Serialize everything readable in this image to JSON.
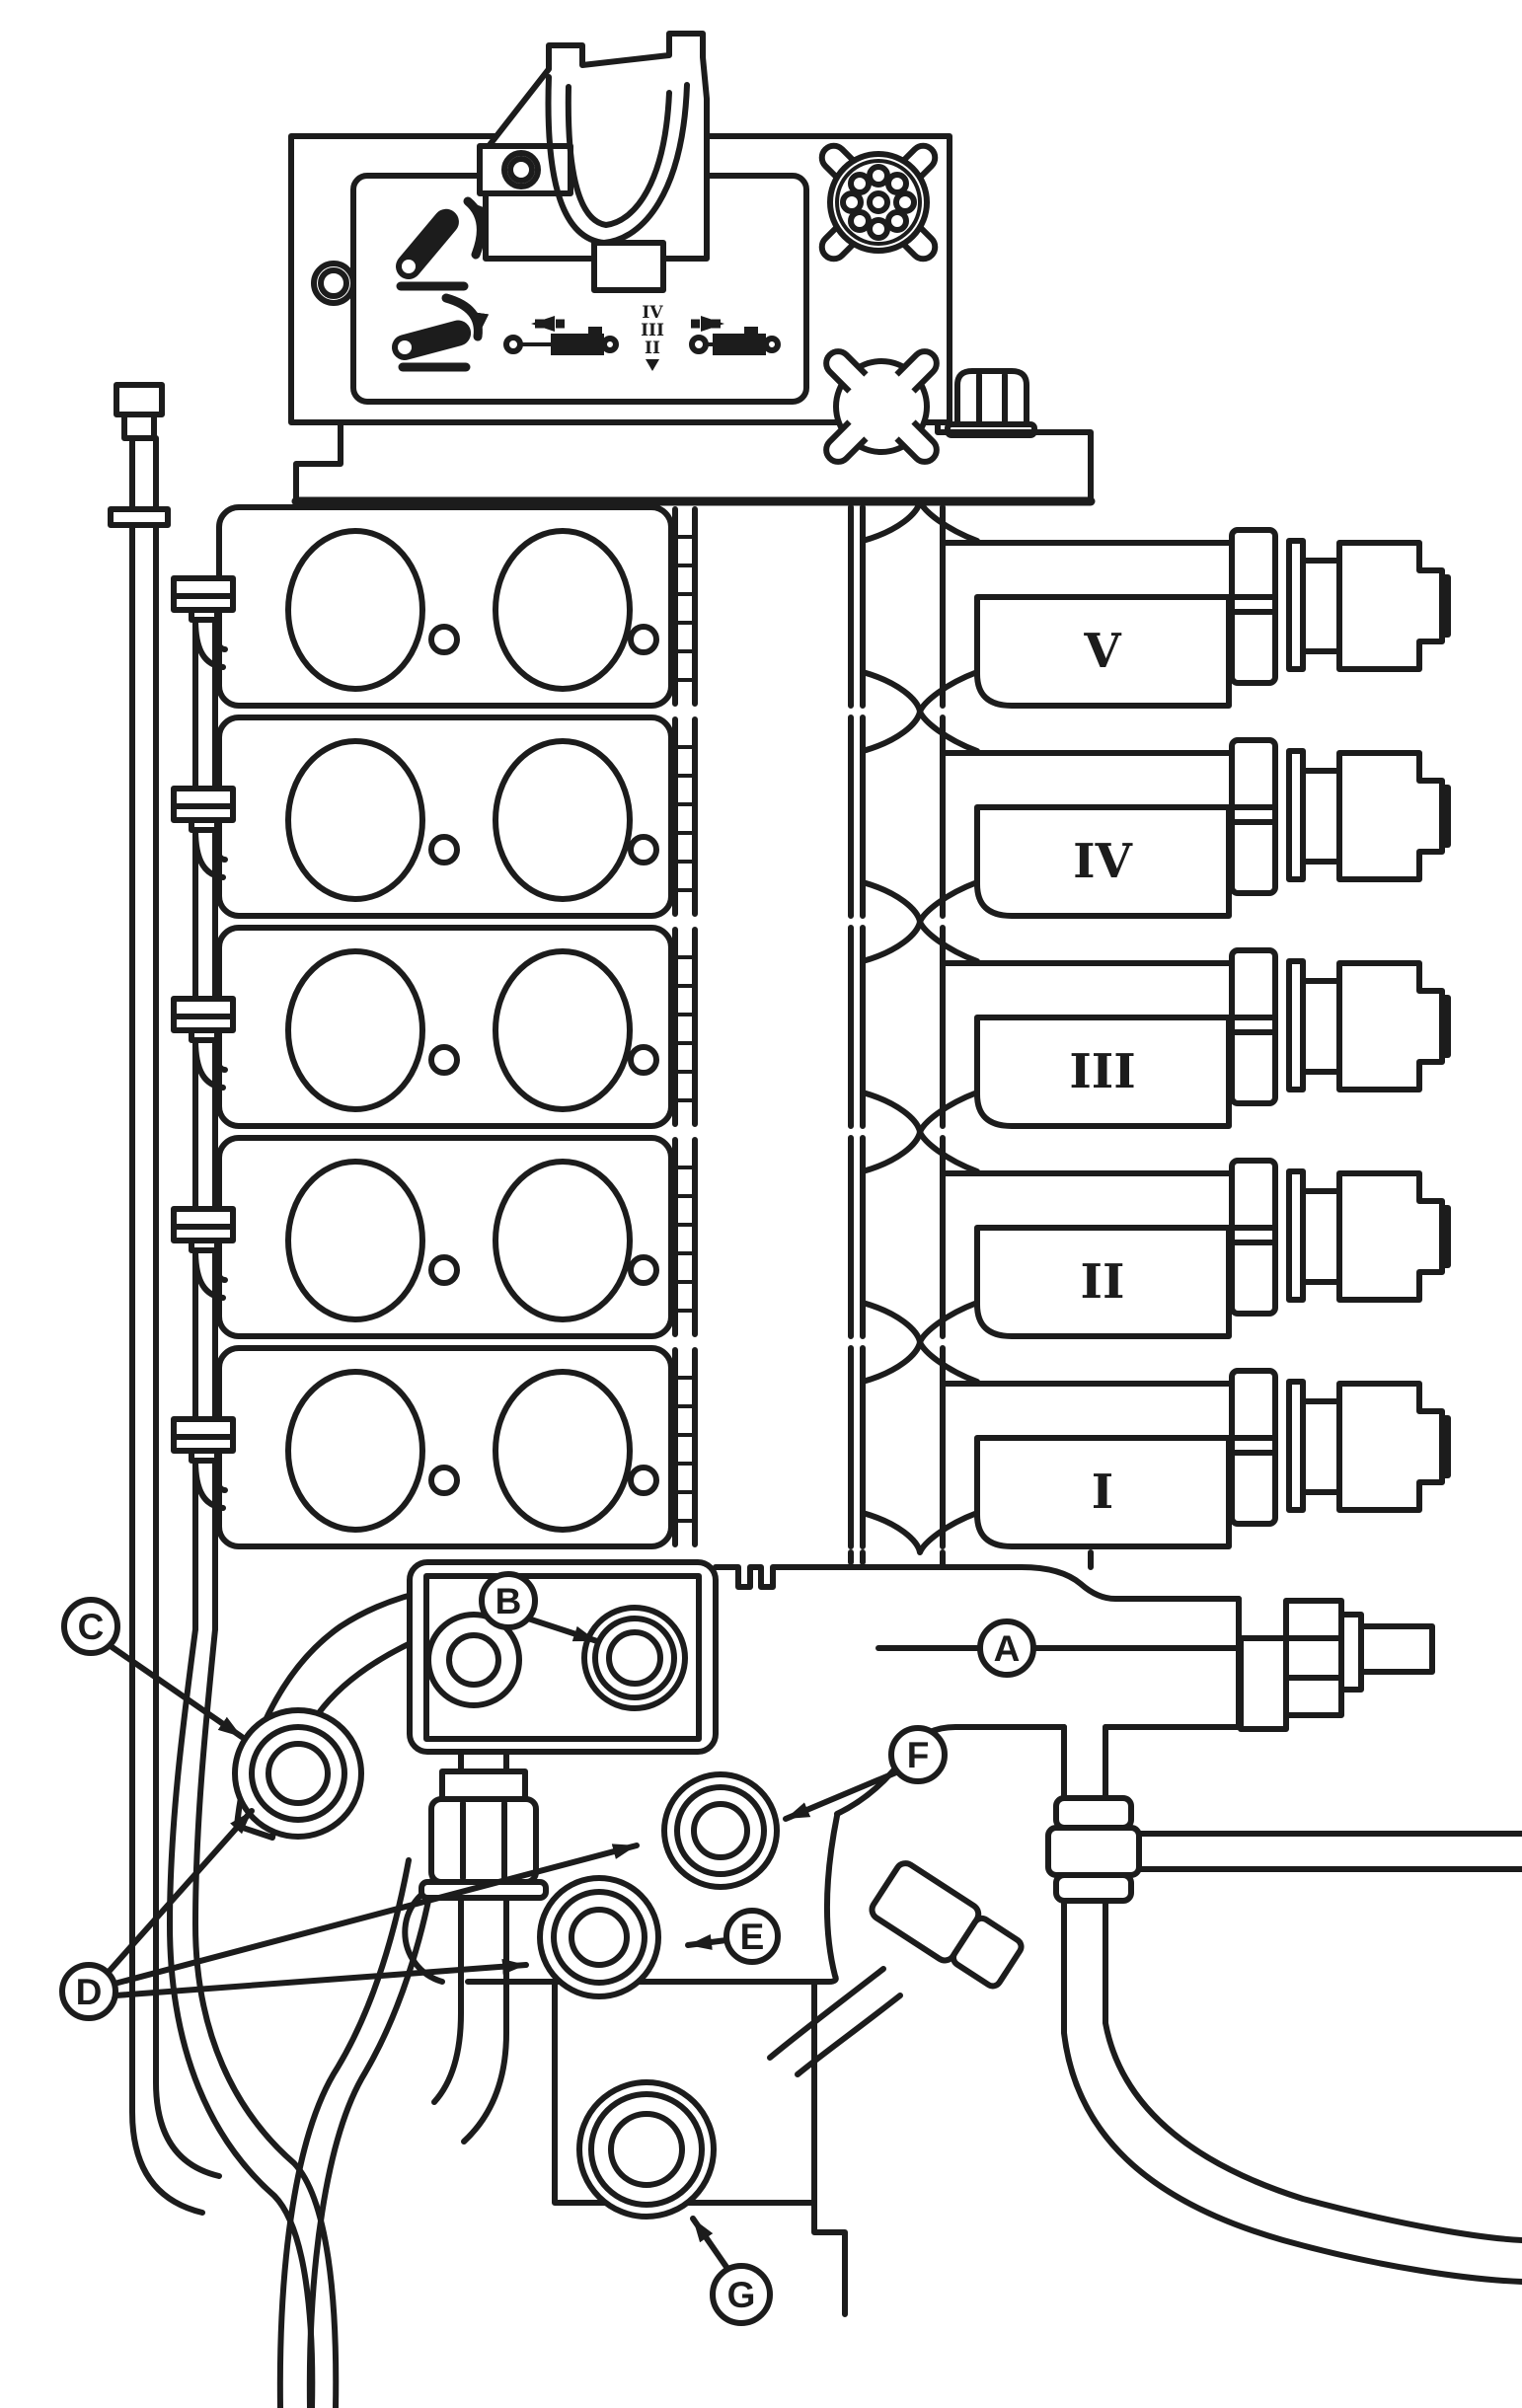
{
  "figure": {
    "kind": "hydraulic-control-valve-assembly-diagram",
    "colors": {
      "background": "#ffffff",
      "line": "#1c1c1c"
    }
  },
  "panel": {
    "selector_numerals": [
      "IV",
      "III",
      "II"
    ],
    "icons": [
      {
        "name": "lever-raise-icon"
      },
      {
        "name": "lever-lower-icon"
      },
      {
        "name": "cylinder-retract-icon"
      },
      {
        "name": "cylinder-extend-icon"
      },
      {
        "name": "connector-8pin-icon"
      },
      {
        "name": "knob-cutout-icon"
      }
    ]
  },
  "valve_sections": [
    {
      "label": "V"
    },
    {
      "label": "IV"
    },
    {
      "label": "III"
    },
    {
      "label": "II"
    },
    {
      "label": "I"
    }
  ],
  "callouts": [
    {
      "label": "A"
    },
    {
      "label": "B"
    },
    {
      "label": "C"
    },
    {
      "label": "D"
    },
    {
      "label": "E"
    },
    {
      "label": "F"
    },
    {
      "label": "G"
    }
  ]
}
